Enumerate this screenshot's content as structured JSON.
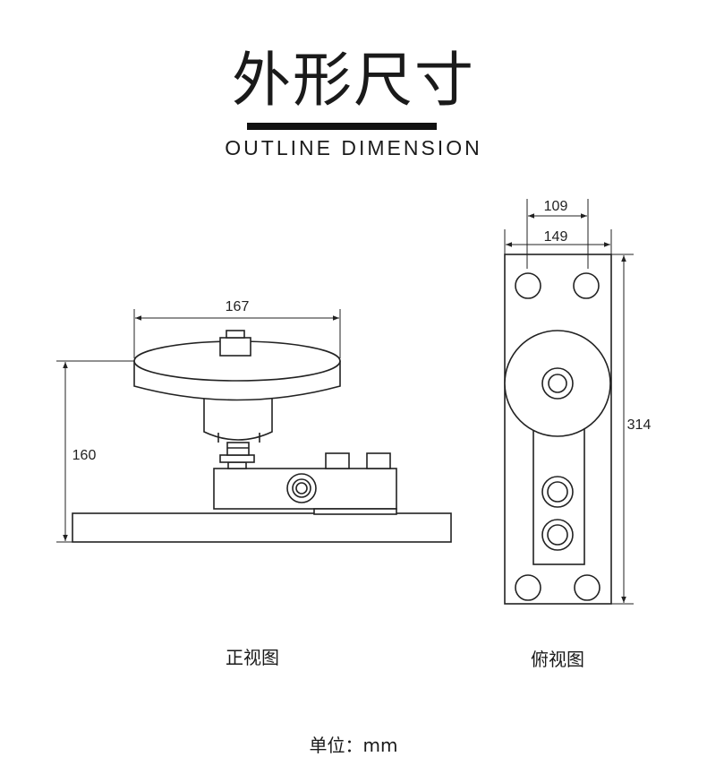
{
  "header": {
    "title": "外形尺寸",
    "subtitle": "OUTLINE DIMENSION"
  },
  "front_view": {
    "caption": "正视图",
    "width_label": "167",
    "height_label": "160"
  },
  "top_view": {
    "caption": "俯视图",
    "inner_width_label": "109",
    "outer_width_label": "149",
    "length_label": "314"
  },
  "footer": {
    "unit_label": "单位：mm"
  },
  "colors": {
    "line": "#222222",
    "background": "#ffffff"
  }
}
